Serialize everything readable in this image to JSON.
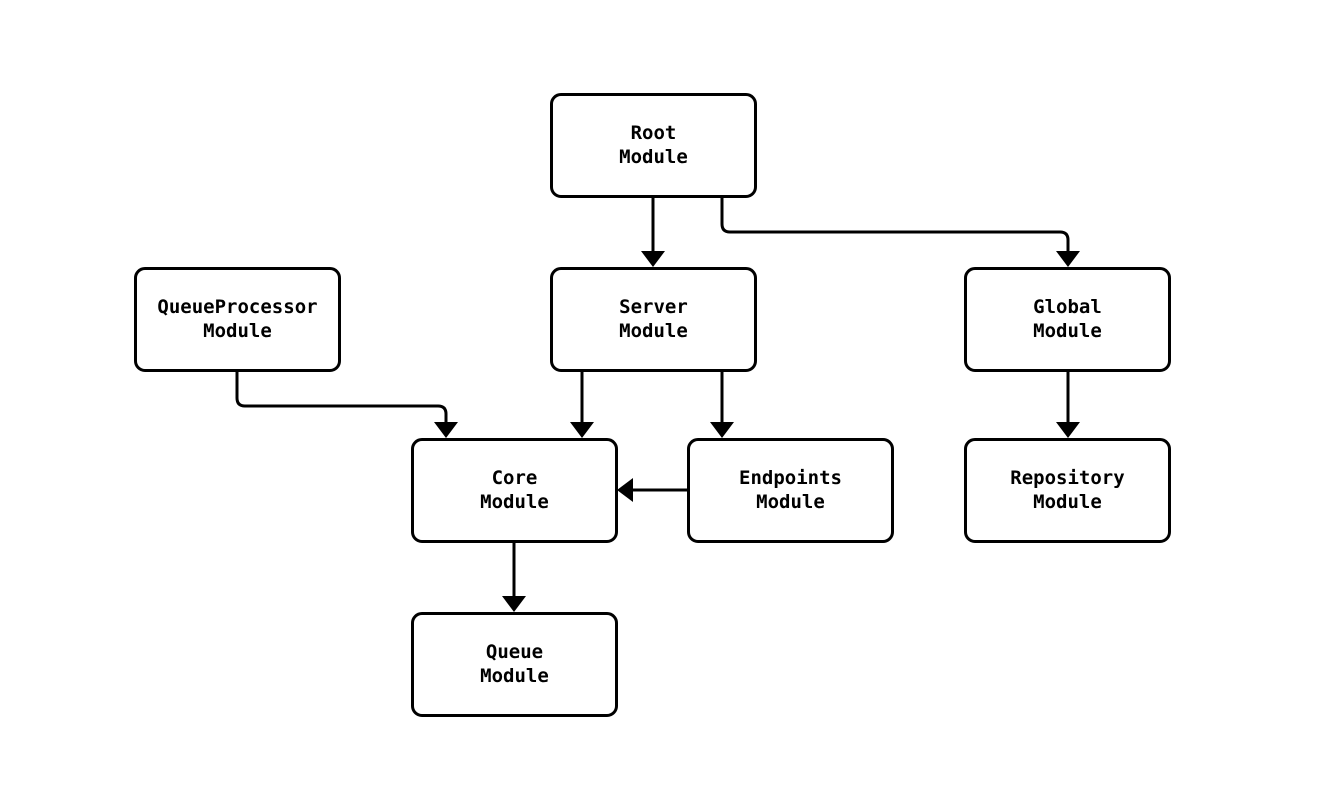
{
  "diagram": {
    "type": "flowchart",
    "background_color": "#ffffff",
    "node_border_color": "#000000",
    "node_fill_color": "#ffffff",
    "edge_color": "#000000",
    "text_color": "#000000",
    "nodes": [
      {
        "id": "root",
        "label": "Root\nModule"
      },
      {
        "id": "queueprocessor",
        "label": "QueueProcessor\nModule"
      },
      {
        "id": "server",
        "label": "Server\nModule"
      },
      {
        "id": "global",
        "label": "Global\nModule"
      },
      {
        "id": "core",
        "label": "Core\nModule"
      },
      {
        "id": "endpoints",
        "label": "Endpoints\nModule"
      },
      {
        "id": "repository",
        "label": "Repository\nModule"
      },
      {
        "id": "queue",
        "label": "Queue\nModule"
      }
    ],
    "edges": [
      {
        "from": "Root Module",
        "to": "Server Module"
      },
      {
        "from": "Root Module",
        "to": "Global Module"
      },
      {
        "from": "QueueProcessor Module",
        "to": "Core Module"
      },
      {
        "from": "Server Module",
        "to": "Core Module"
      },
      {
        "from": "Server Module",
        "to": "Endpoints Module"
      },
      {
        "from": "Global Module",
        "to": "Repository Module"
      },
      {
        "from": "Endpoints Module",
        "to": "Core Module"
      },
      {
        "from": "Core Module",
        "to": "Queue Module"
      }
    ]
  }
}
